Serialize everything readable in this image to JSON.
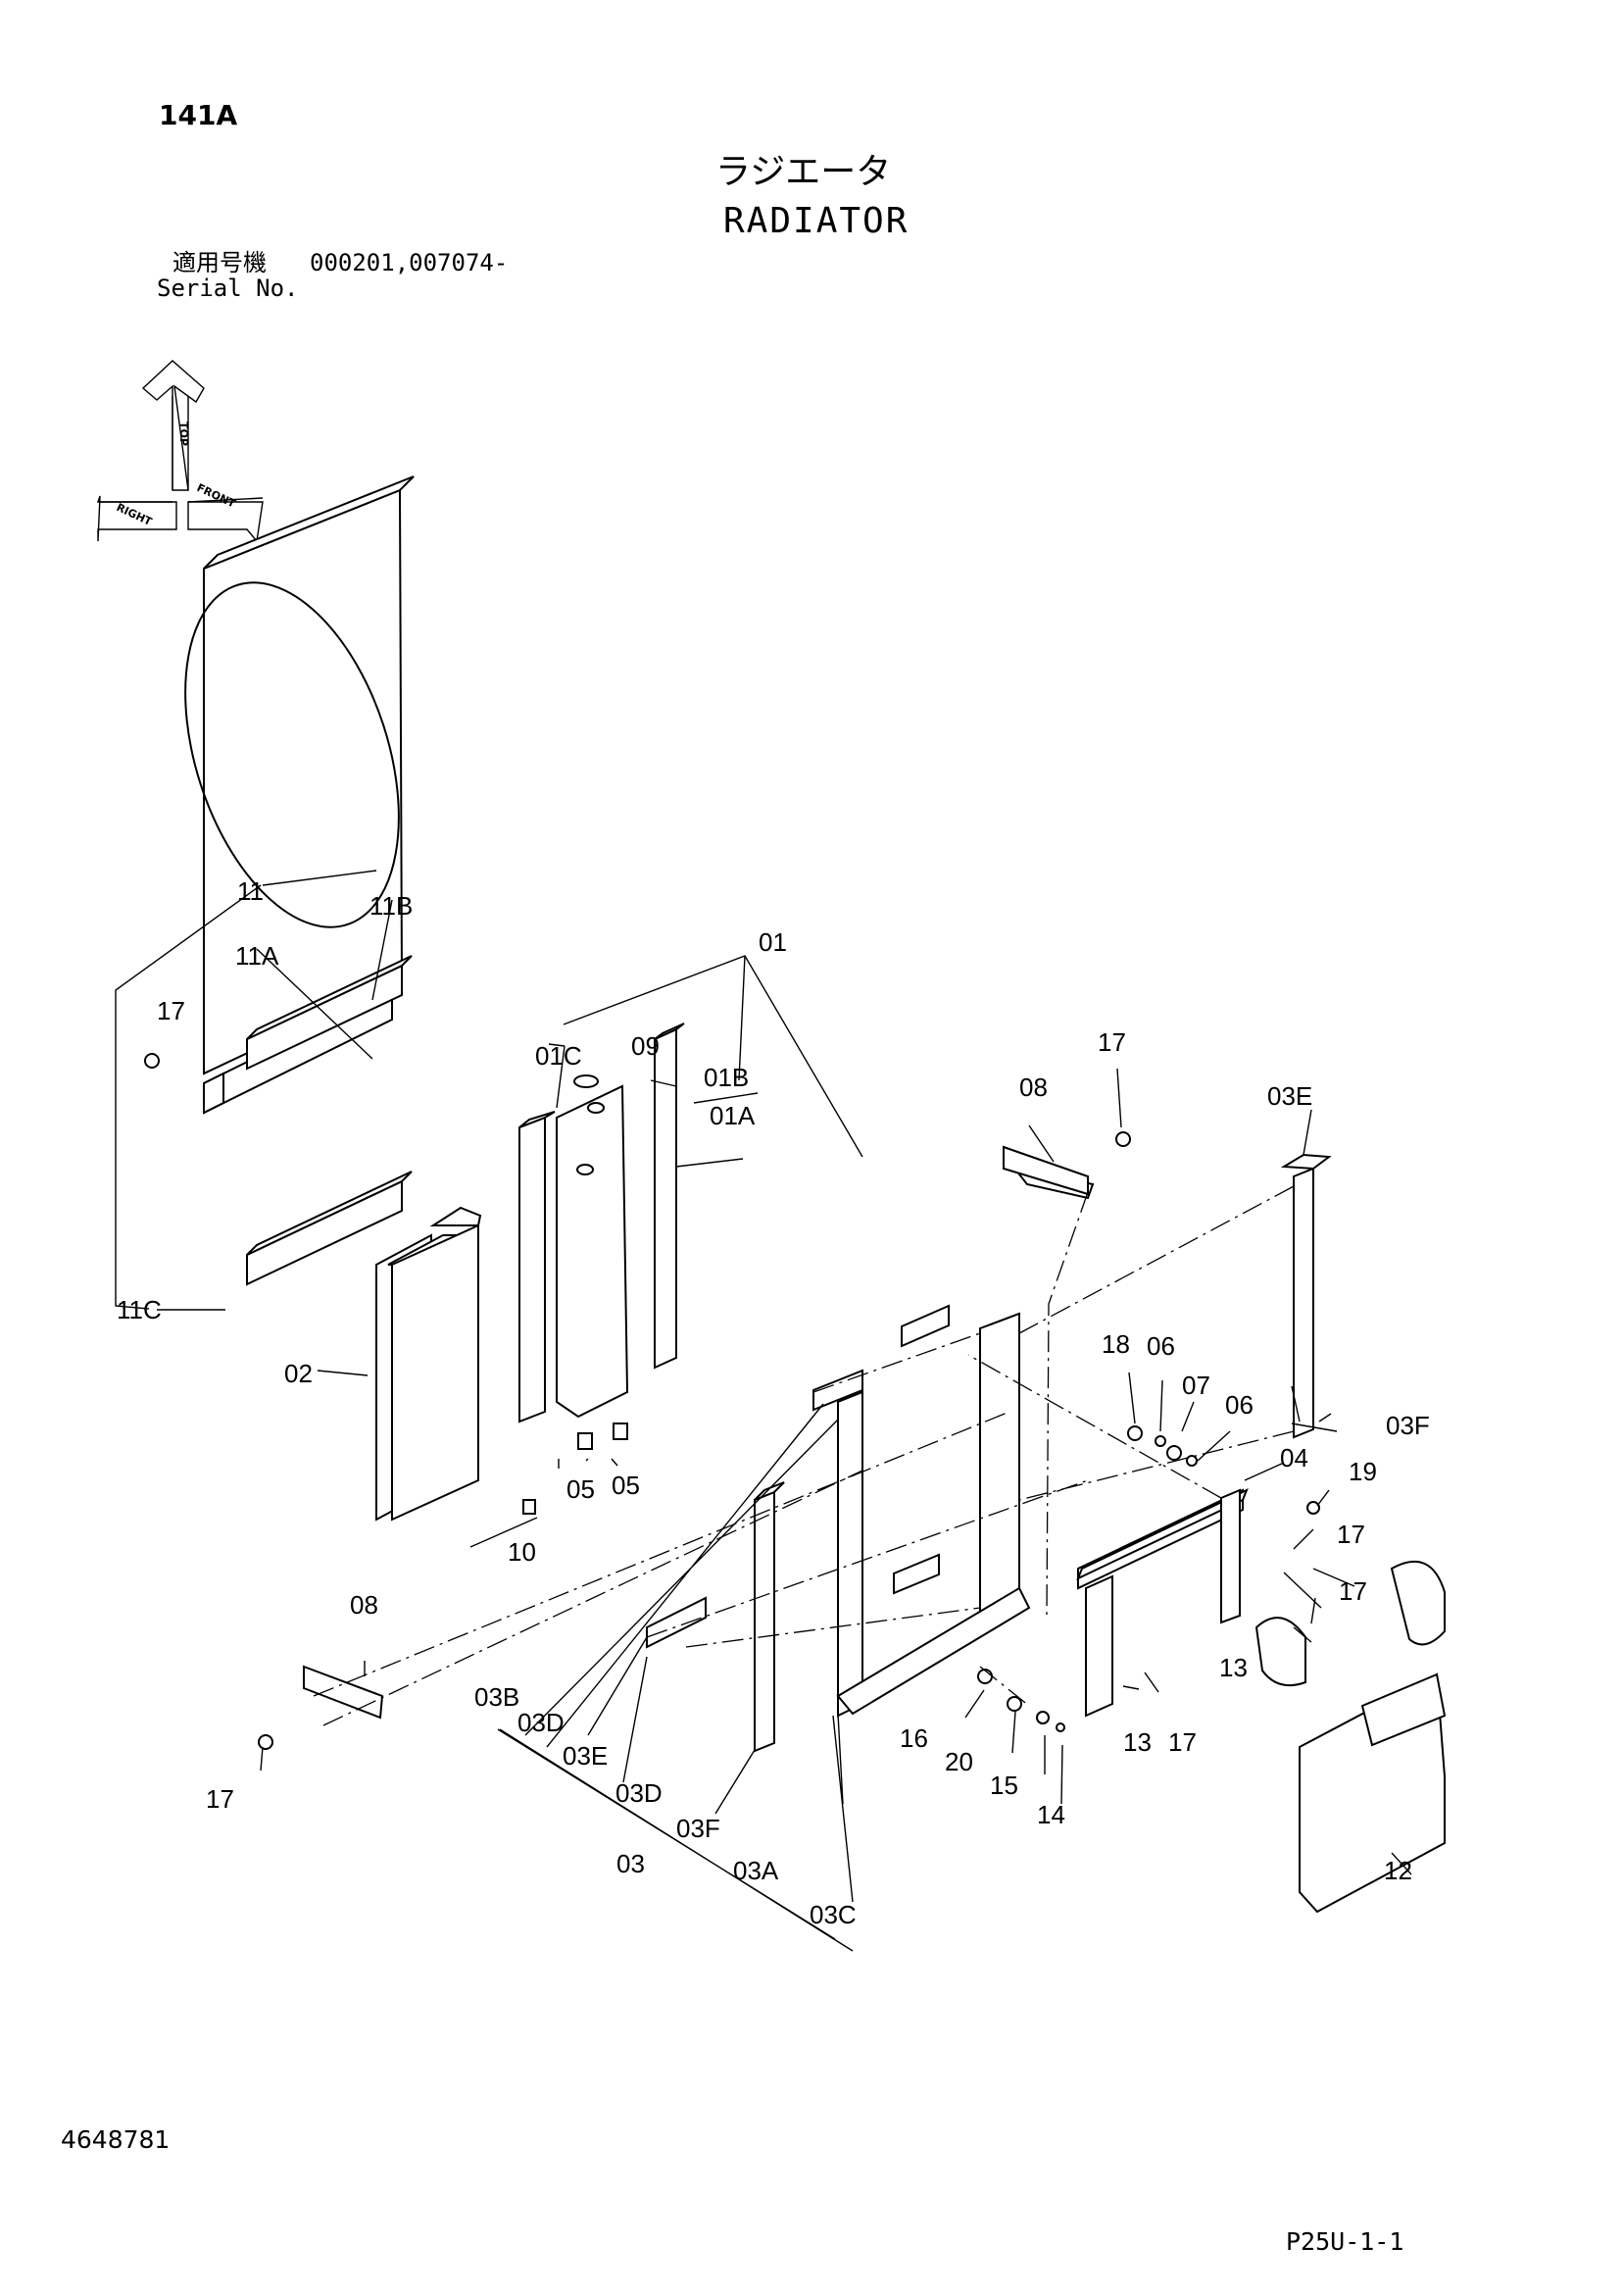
{
  "page_number": "141A",
  "title_jp": "ラジエータ",
  "title_en": "RADIATOR",
  "serial": {
    "label_jp": "適用号機",
    "numbers": "000201,007074-",
    "label_en": "Serial No."
  },
  "orientation_labels": {
    "top": "TOP",
    "right": "RIGHT",
    "front": "FRONT"
  },
  "callouts": {
    "c11": "11",
    "c11a": "11A",
    "c11b": "11B",
    "c11c": "11C",
    "c01": "01",
    "c01a": "01A",
    "c01b": "01B",
    "c01c": "01C",
    "c02": "02",
    "c03": "03",
    "c03a": "03A",
    "c03b": "03B",
    "c03c": "03C",
    "c03d_1": "03D",
    "c03d_2": "03D",
    "c03e_1": "03E",
    "c03e_2": "03E",
    "c03f_1": "03F",
    "c03f_2": "03F",
    "c04": "04",
    "c05_1": "05",
    "c05_2": "05",
    "c06_1": "06",
    "c06_2": "06",
    "c07": "07",
    "c08_1": "08",
    "c08_2": "08",
    "c09": "09",
    "c10": "10",
    "c12": "12",
    "c13_1": "13",
    "c13_2": "13",
    "c14": "14",
    "c15": "15",
    "c16": "16",
    "c17_1": "17",
    "c17_2": "17",
    "c17_3": "17",
    "c17_4": "17",
    "c17_5": "17",
    "c17_6": "17",
    "c18": "18",
    "c19": "19",
    "c20": "20"
  },
  "document_number": "4648781",
  "page_code": "P25U-1-1"
}
